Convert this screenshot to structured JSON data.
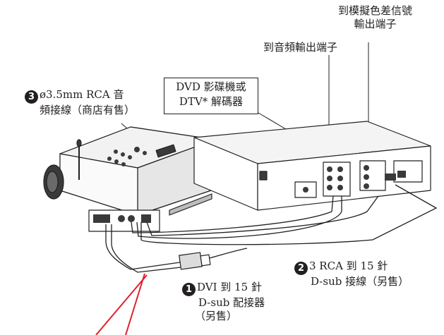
{
  "labels": {
    "analog_out": [
      "到模擬色差信號",
      "輸出端子"
    ],
    "audio_out": "到音頻輸出端子",
    "device": [
      "DVD 影碟機或",
      "DTV* 解碼器"
    ],
    "cable3": {
      "num": "3",
      "lines": [
        "ø3.5mm RCA 音",
        "頻接線（商店有售）"
      ]
    },
    "cable2": {
      "num": "2",
      "lines": [
        "3 RCA 到 15 針",
        "D-sub 接線（另售）"
      ]
    },
    "adapter1": {
      "num": "1",
      "lines": [
        "DVI 到 15 針",
        "D-sub 配接器",
        "（另售）"
      ]
    }
  },
  "colors": {
    "line": "#231f20",
    "accent": "#e0202a",
    "panel": "#ffffff",
    "shade": "#cfcfcf"
  }
}
